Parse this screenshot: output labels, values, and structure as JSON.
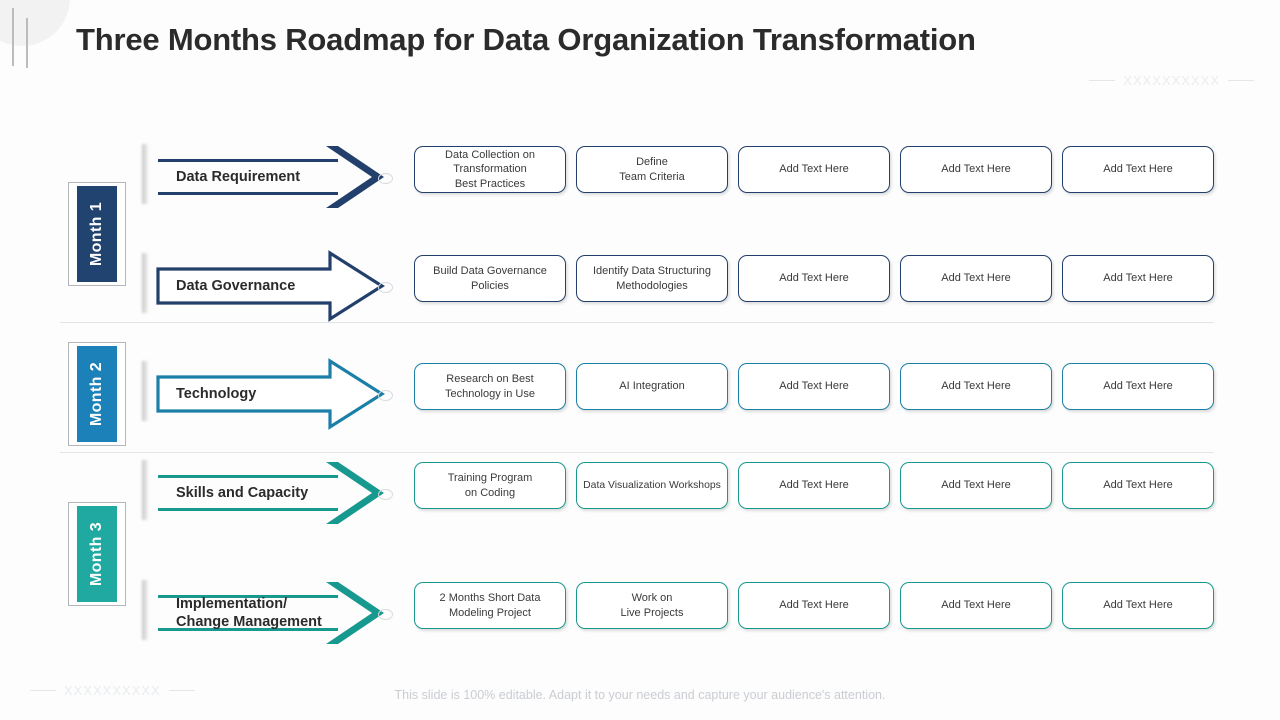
{
  "slide": {
    "title": "Three Months Roadmap for Data Organization Transformation",
    "watermark": "XXXXXXXXXX",
    "footer_note": "This slide is 100% editable. Adapt it to your needs and capture your audience's attention."
  },
  "months": [
    {
      "label": "Month 1",
      "color": "#21436F"
    },
    {
      "label": "Month 2",
      "color": "#1B81B8"
    },
    {
      "label": "Month 3",
      "color": "#1FA9A0"
    }
  ],
  "rows": [
    {
      "label": "Data Requirement",
      "arrow_style": "chevron",
      "color": "#22406B",
      "boxes": [
        "Data Collection on\nTransformation\nBest Practices",
        "Define\nTeam Criteria",
        "Add Text Here",
        "Add Text Here",
        "Add Text Here"
      ]
    },
    {
      "label": "Data Governance",
      "arrow_style": "outline",
      "color": "#22406B",
      "boxes": [
        "Build Data Governance\nPolicies",
        "Identify Data Structuring\nMethodologies",
        "Add Text Here",
        "Add Text Here",
        "Add Text Here"
      ]
    },
    {
      "label": "Technology",
      "arrow_style": "outline",
      "color": "#1B7FA8",
      "boxes": [
        "Research on Best\nTechnology in Use",
        "AI Integration",
        "Add Text Here",
        "Add Text Here",
        "Add Text Here"
      ]
    },
    {
      "label": "Skills and Capacity",
      "arrow_style": "chevron",
      "color": "#17998F",
      "boxes": [
        "Training Program\non Coding",
        "Data Visualization Workshops",
        "Add Text Here",
        "Add Text Here",
        "Add Text Here"
      ]
    },
    {
      "label": "Implementation/\nChange Management",
      "arrow_style": "chevron",
      "color": "#17998F",
      "boxes": [
        "2 Months Short Data\nModeling Project",
        "Work on\nLive Projects",
        "Add Text Here",
        "Add Text Here",
        "Add Text Here"
      ]
    }
  ]
}
